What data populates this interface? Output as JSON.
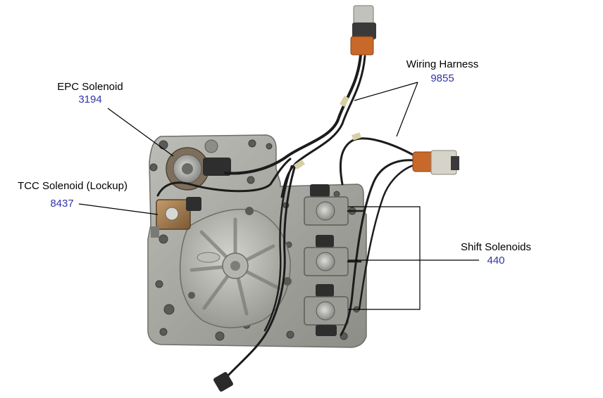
{
  "colors": {
    "label_text": "#000000",
    "part_number_text": "#3333aa",
    "leader_line": "#000000",
    "casting": "#a7a7a1",
    "harness_wire": "#1c1c1c",
    "solenoid_bracket": "#9c7a52",
    "connector_orange": "#c8692a"
  },
  "labels": {
    "wiring_harness": {
      "name": "Wiring Harness",
      "number": "9855"
    },
    "epc_solenoid": {
      "name": "EPC Solenoid",
      "number": "3194"
    },
    "tcc_solenoid": {
      "name": "TCC Solenoid (Lockup)",
      "number": "8437"
    },
    "shift_solenoids": {
      "name": "Shift Solenoids",
      "number": "440"
    }
  }
}
